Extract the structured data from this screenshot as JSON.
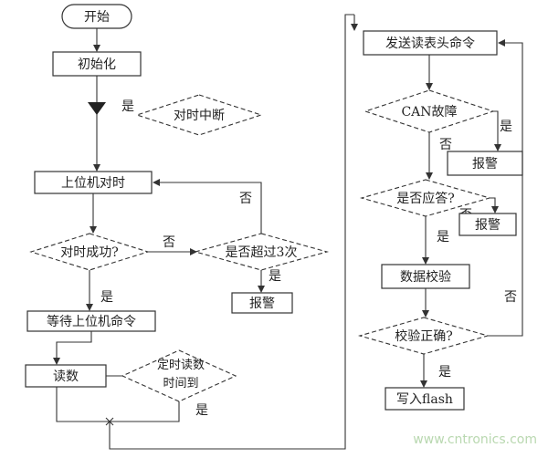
{
  "flowchart": {
    "start": "开始",
    "init": "初始化",
    "yes_after_init": "是",
    "timer_interrupt": "对时中断",
    "host_sync": "上位机对时",
    "sync_success": "对时成功?",
    "no_sync_fail": "否",
    "over_three": "是否超过3次",
    "no_retry": "否",
    "yes_over": "是",
    "alarm_sync": "报警",
    "yes_sync_ok": "是",
    "wait_cmd": "等待上位机命令",
    "read_count": "读数",
    "timed_read_l1": "定时读数",
    "timed_read_l2": "时间到",
    "yes_timed": "是",
    "send_cmd": "发送读表头命令",
    "can_fault": "CAN故障",
    "yes_can": "是",
    "no_can": "否",
    "alarm_can": "报警",
    "responded": "是否应答?",
    "no_resp": "否",
    "yes_resp": "是",
    "alarm_resp": "报警",
    "data_check": "数据校验",
    "check_ok": "校验正确?",
    "no_check": "否",
    "yes_check": "是",
    "write_flash": "写入flash"
  },
  "watermark": "www.cntronics.com",
  "colors": {
    "line": "#333333",
    "watermark": "#b9d8b0"
  }
}
